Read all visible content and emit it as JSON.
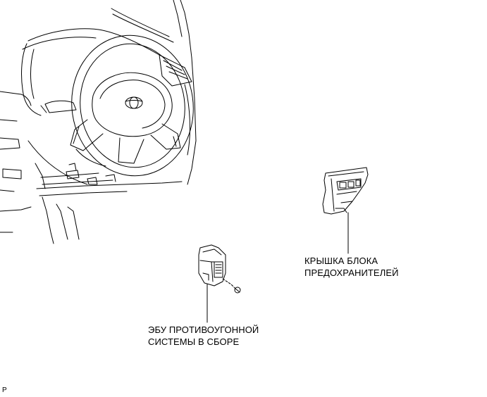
{
  "labels": {
    "fuse_block_cover": {
      "line1": "КРЫШКА БЛОКА",
      "line2": "ПРЕДОХРАНИТЕЛЕЙ"
    },
    "immobiliser_ecu": {
      "line1": "ЭБУ ПРОТИВОУГОННОЙ",
      "line2": "СИСТЕМЫ В СБОРЕ"
    }
  },
  "figure_code": "P",
  "colors": {
    "line": "#000000",
    "background": "#ffffff"
  }
}
